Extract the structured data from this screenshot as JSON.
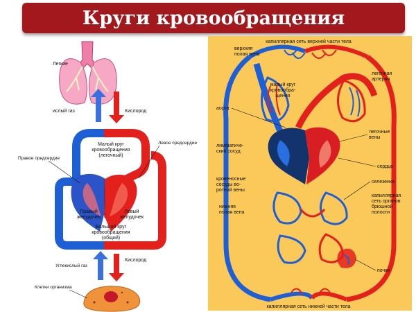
{
  "title": "Круги кровообращения",
  "colors": {
    "banner": "#a3181c",
    "artery": "#e3201b",
    "vein": "#1f5fd6",
    "panel": "#fbc95a"
  },
  "left": {
    "lungs": "Легкие",
    "co2_up": "ислый газ",
    "o2_down": "Кислород",
    "small_circle": [
      "Малый круг",
      "кровообращения",
      "(легочный)"
    ],
    "right_atrium": "Правое предсердие",
    "left_atrium": "Левое предсердие",
    "right_ventricle": [
      "Правый",
      "желудочек"
    ],
    "left_ventricle": [
      "Левый",
      "желудочек"
    ],
    "big_circle": [
      "Большой круг",
      "кровообращения",
      "(общий)"
    ],
    "co2_bottom": "Углекислый газ",
    "o2_bottom": "Кислород",
    "cells": "Клетки организма"
  },
  "right": {
    "top_capillary": "капиллярная сеть верхней части тела",
    "superior_vena_cava": [
      "верхняя",
      "полая вена"
    ],
    "small_circle": [
      "малый круг",
      "кровообра-",
      "щения"
    ],
    "pulmonary_artery": [
      "легочная",
      "артерия"
    ],
    "aorta": "аорта",
    "pulmonary_veins": [
      "легочные",
      "вены"
    ],
    "lymph_vessel": [
      "лимфатиче-",
      "ский сосуд"
    ],
    "heart": "сердце",
    "spleen": "селезенка",
    "portal_vessels": [
      "кровеносные",
      "сосуды во-",
      "ротной вены"
    ],
    "abdominal_capillary": [
      "капиллярная",
      "сеть органов",
      "брюшной",
      "полости"
    ],
    "inferior_vena_cava": [
      "нижняя",
      "полая вена"
    ],
    "kidneys": "почки",
    "bottom_capillary": "капиллярная сеть нижней части тела"
  }
}
